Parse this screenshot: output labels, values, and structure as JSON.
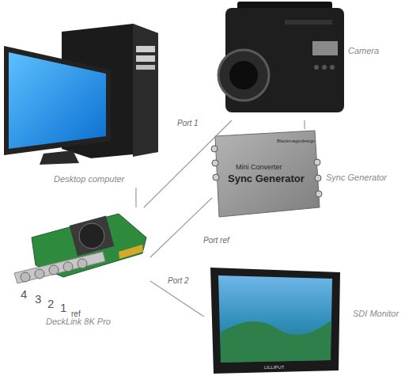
{
  "diagram": {
    "nodes": [
      {
        "text": [
          "Desktop computer"
        ]
      },
      {
        "text": [
          "Camera"
        ]
      },
      {
        "text": [
          "Sync Generator"
        ]
      },
      {
        "text": [
          "DeckLink 8K Pro"
        ]
      },
      {
        "text": [
          "SDI Monitor"
        ]
      }
    ],
    "edges": [
      {
        "from": 0,
        "to": 3,
        "arrow": "none"
      },
      {
        "from": 1,
        "to": 3,
        "label": "Port 1",
        "arrow": "none"
      },
      {
        "from": 1,
        "to": 2,
        "arrow": "none"
      },
      {
        "from": 2,
        "to": 3,
        "label": "Port ref",
        "arrow": "none"
      },
      {
        "from": 3,
        "to": 4,
        "label": "Port 2",
        "arrow": "none"
      }
    ],
    "labels": [
      "Blackmagicdesign",
      "Mini Converter",
      "Sync Generator",
      "4",
      "3",
      "2",
      "1",
      "ref",
      "LILLIPUT"
    ]
  }
}
